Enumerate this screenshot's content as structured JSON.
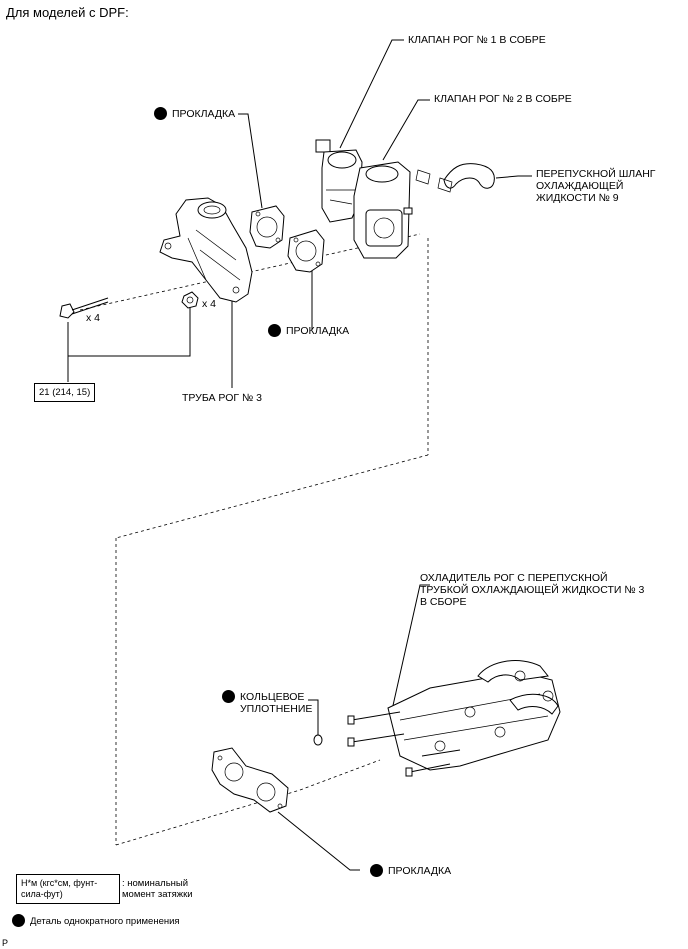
{
  "title": "Для моделей с DPF:",
  "labels": {
    "egr_valve_1": "КЛАПАН РОГ № 1 В СОБРЕ",
    "egr_valve_2": "КЛАПАН РОГ № 2 В СОБРЕ",
    "gasket_top": "ПРОКЛАДКА",
    "bypass_hose_l1": "ПЕРЕПУСКНОЙ ШЛАНГ",
    "bypass_hose_l2": "ОХЛАЖДАЮЩЕЙ",
    "bypass_hose_l3": "ЖИДКОСТИ № 9",
    "gasket_mid": "ПРОКЛАДКА",
    "bolt_count": "x 4",
    "nut_count": "x 4",
    "torque": "21 (214, 15)",
    "pipe": "ТРУБА РОГ № 3",
    "cooler_l1": "ОХЛАДИТЕЛЬ РОГ С ПЕРЕПУСКНОЙ",
    "cooler_l2": "ТРУБКОЙ ОХЛАЖДАЮЩЕЙ ЖИДКОСТИ № 3",
    "cooler_l3": "В СБОРЕ",
    "oring_l1": "КОЛЬЦЕВОЕ",
    "oring_l2": "УПЛОТНЕНИЕ",
    "gasket_bottom": "ПРОКЛАДКА"
  },
  "legend": {
    "unit_l1": "Н*м (кгс*см, фунт-",
    "unit_l2": "сила-фут)",
    "unit_desc_l1": ": номинальный",
    "unit_desc_l2": "момент затяжки",
    "one_time": "Деталь однократного применения"
  },
  "corner_mark": "P"
}
